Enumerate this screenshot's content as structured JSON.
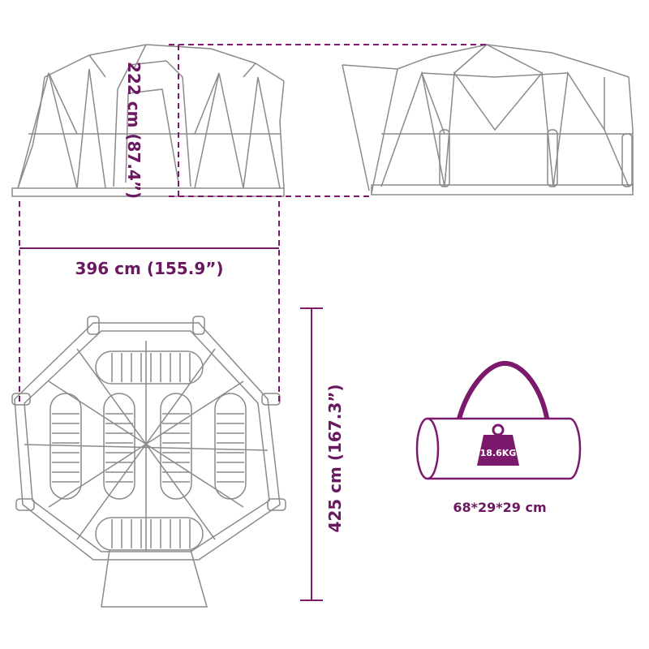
{
  "dimensions": {
    "height_label": "222 cm (87.4”)",
    "width_label": "396 cm (155.9”)",
    "depth_label": "425 cm (167.3”)"
  },
  "bag": {
    "weight_label": "18.6KG",
    "size_label": "68*29*29 cm"
  },
  "colors": {
    "accent": "#7b1a6c",
    "line": "#8a8a8a",
    "text": "#6a1860"
  }
}
